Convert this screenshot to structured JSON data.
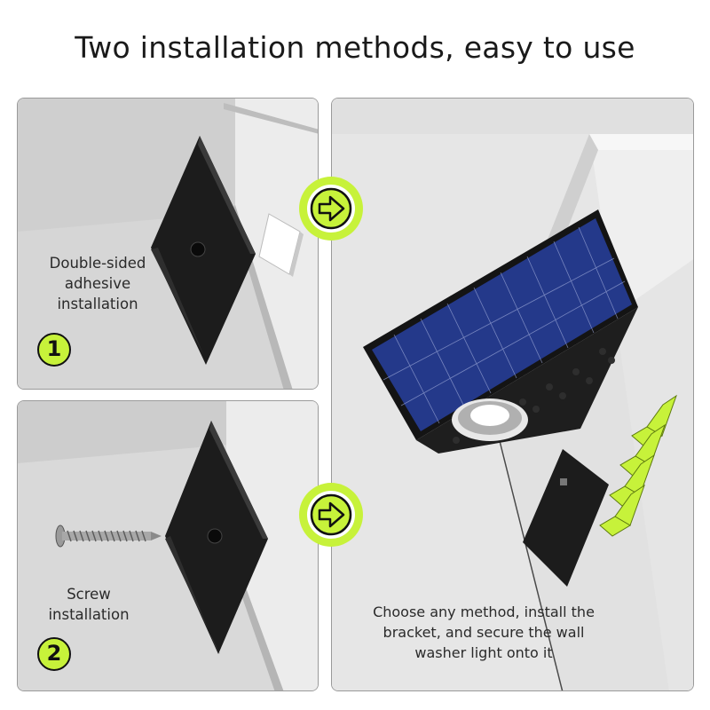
{
  "title": "Two installation methods, easy to use",
  "method1": {
    "caption_lines": [
      "Double-sided",
      "adhesive",
      "installation"
    ],
    "number": "1"
  },
  "method2": {
    "caption_lines": [
      "Screw",
      "installation"
    ],
    "number": "2"
  },
  "result": {
    "caption_lines": [
      "Choose any method, install the",
      "bracket, and secure the wall",
      "washer light onto it"
    ]
  },
  "colors": {
    "accent": "#c7f23a",
    "wall": "#dcdcdc",
    "bracket": "#1c1c1c",
    "solar_panel": "#2c3f8a"
  },
  "icons": [
    "right-arrow-circle-icon",
    "screw-icon",
    "adhesive-pad-icon",
    "chevron-up-icon"
  ]
}
